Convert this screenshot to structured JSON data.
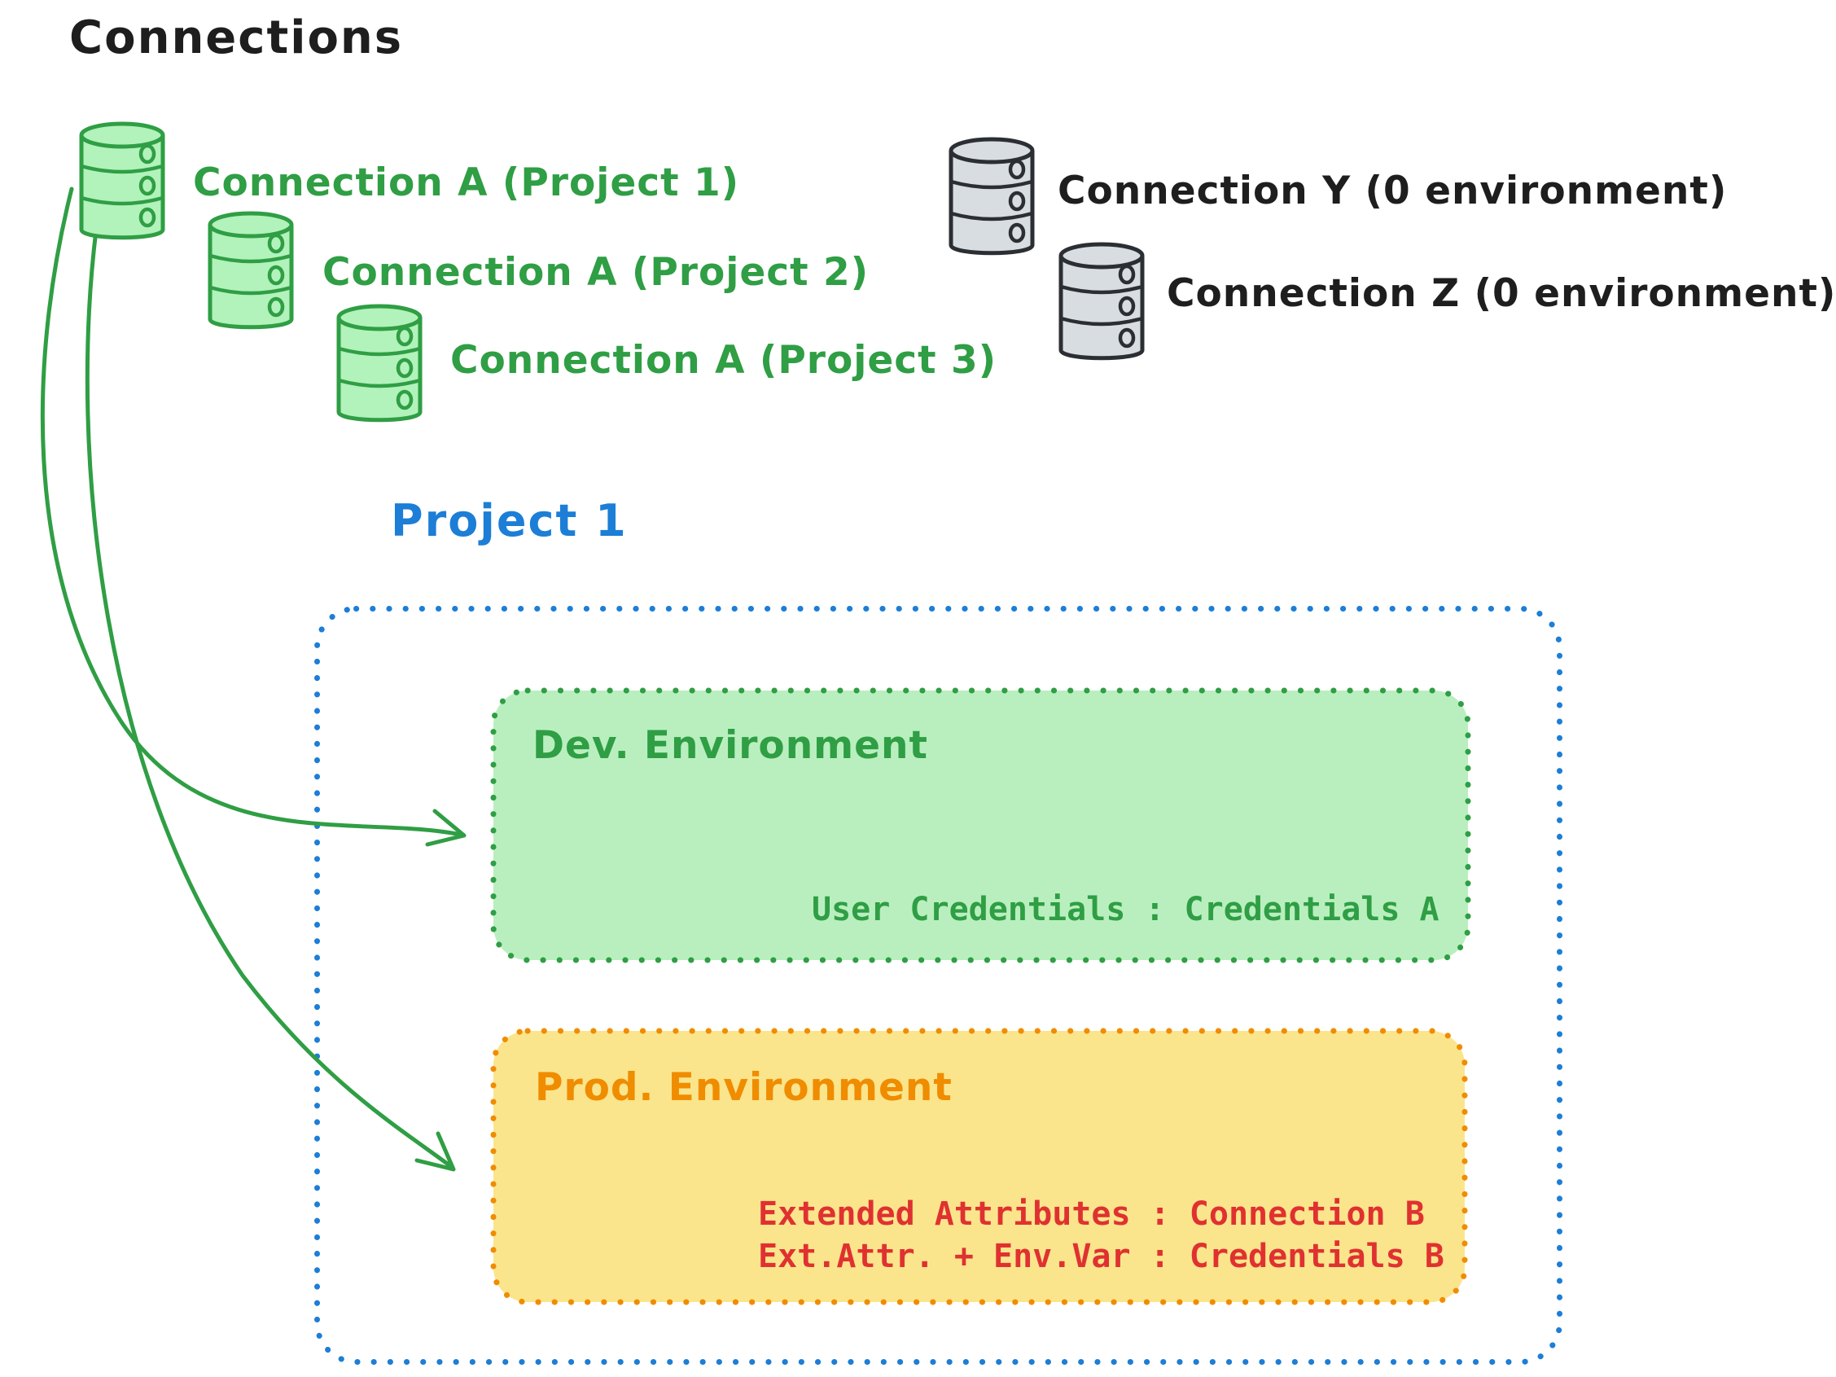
{
  "title": "Connections",
  "colors": {
    "ink_black": "#1e1e1e",
    "green_stroke": "#2f9e44",
    "green_fill": "#b2f2bb",
    "green_box_fill": "#b9efbf",
    "blue": "#1c7ed6",
    "orange": "#f08c00",
    "yellow_fill": "#fae58c",
    "red": "#e03131",
    "gray_stroke": "#2b2e33",
    "gray_fill": "#d8dde2"
  },
  "connections": {
    "green": [
      {
        "icon": "database-icon",
        "label": "Connection A (Project 1)"
      },
      {
        "icon": "database-icon",
        "label": "Connection A (Project 2)"
      },
      {
        "icon": "database-icon",
        "label": "Connection A (Project 3)"
      }
    ],
    "gray": [
      {
        "icon": "database-icon",
        "label": "Connection Y (0 environment)"
      },
      {
        "icon": "database-icon",
        "label": "Connection Z (0 environment)"
      }
    ]
  },
  "project": {
    "title": "Project 1",
    "dev": {
      "title": "Dev. Environment",
      "line": "User Credentials : Credentials A"
    },
    "prod": {
      "title": "Prod. Environment",
      "line1": "Extended Attributes : Connection B",
      "line2": "Ext.Attr. + Env.Var : Credentials B"
    }
  }
}
